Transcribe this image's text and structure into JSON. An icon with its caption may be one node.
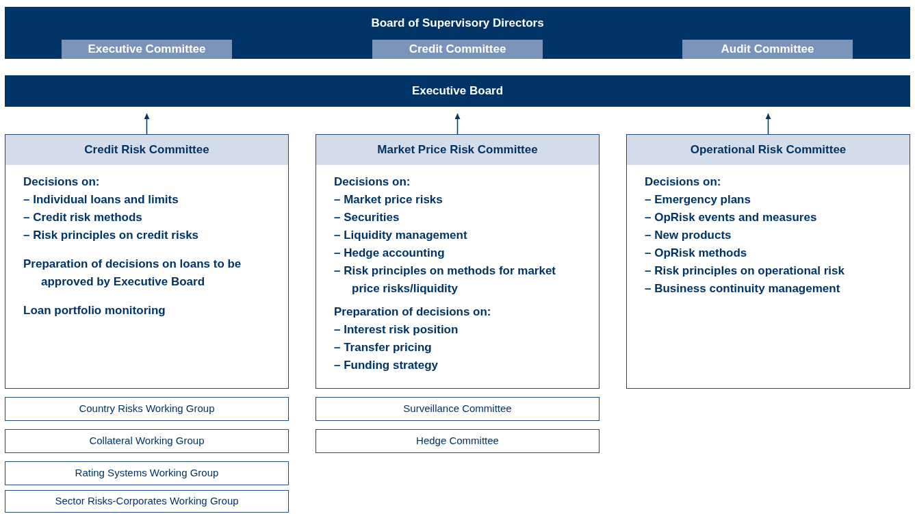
{
  "diagram": {
    "nodes": [
      {
        "text": [
          "Board of Supervisory Directors"
        ]
      },
      {
        "text": [
          "Executive Committee"
        ],
        "in": 0
      },
      {
        "text": [
          "Credit Committee"
        ],
        "in": 0
      },
      {
        "text": [
          "Audit Committee"
        ],
        "in": 0
      },
      {
        "text": [
          "Executive Board"
        ]
      },
      {
        "text": [
          "Credit Risk Committee",
          "Decisions on:",
          "– Individual loans and limits",
          "– Credit risk methods",
          "– Risk principles on credit risks",
          "Preparation of decisions on loans to be approved by Executive Board",
          "Loan portfolio monitoring"
        ]
      },
      {
        "text": [
          "Market Price Risk Committee",
          "Decisions on:",
          "– Market price risks",
          "– Securities",
          "– Liquidity management",
          "– Hedge accounting",
          "– Risk principles on methods for market price risks/liquidity",
          "Preparation of decisions on:",
          "– Interest risk position",
          "– Transfer pricing",
          "– Funding strategy"
        ]
      },
      {
        "text": [
          "Operational Risk Committee",
          "Decisions on:",
          "– Emergency plans",
          "– OpRisk events and measures",
          "– New products",
          "– OpRisk methods",
          "– Risk principles on operational risk",
          "– Business continuity management"
        ]
      },
      {
        "text": [
          "Country Risks Working Group"
        ]
      },
      {
        "text": [
          "Collateral Working Group"
        ]
      },
      {
        "text": [
          "Rating Systems Working Group"
        ]
      },
      {
        "text": [
          "Sector Risks-Corporates Working Group"
        ]
      },
      {
        "text": [
          "Surveillance Committee"
        ]
      },
      {
        "text": [
          "Hedge Committee"
        ]
      }
    ],
    "edges": [
      {
        "from": 5,
        "to": 4,
        "arrow": "to"
      },
      {
        "from": 6,
        "to": 4,
        "arrow": "to"
      },
      {
        "from": 7,
        "to": 4,
        "arrow": "to"
      }
    ]
  }
}
